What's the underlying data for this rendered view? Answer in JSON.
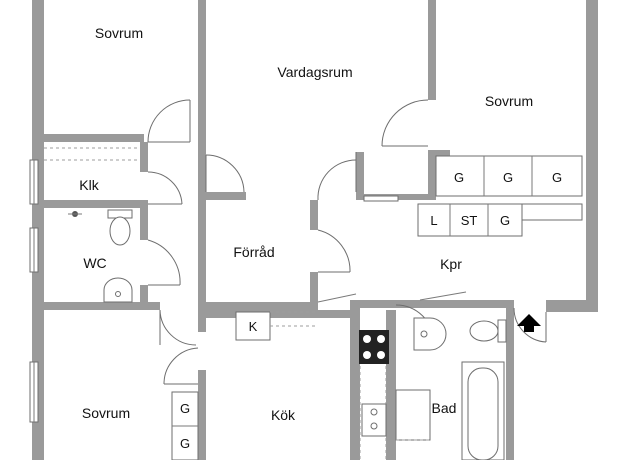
{
  "rooms": {
    "sovrum_top_left": "Sovrum",
    "vardagsrum": "Vardagsrum",
    "sovrum_top_right": "Sovrum",
    "klk": "Klk",
    "wc": "WC",
    "forrad": "Förråd",
    "kpr": "Kpr",
    "sovrum_bottom_left": "Sovrum",
    "kok": "Kök",
    "bad": "Bad"
  },
  "closets": {
    "g1": "G",
    "g2": "G",
    "g3": "G",
    "l": "L",
    "st": "ST",
    "g4": "G",
    "k": "K",
    "g5": "G",
    "g6": "G"
  },
  "colors": {
    "wall": "#9a9a9a",
    "line": "#7a7a7a",
    "background": "#ffffff"
  },
  "icons": [
    "entrance-arrow-icon",
    "toilet-icon",
    "sink-icon",
    "stove-icon",
    "bathtub-icon",
    "window-icon"
  ]
}
